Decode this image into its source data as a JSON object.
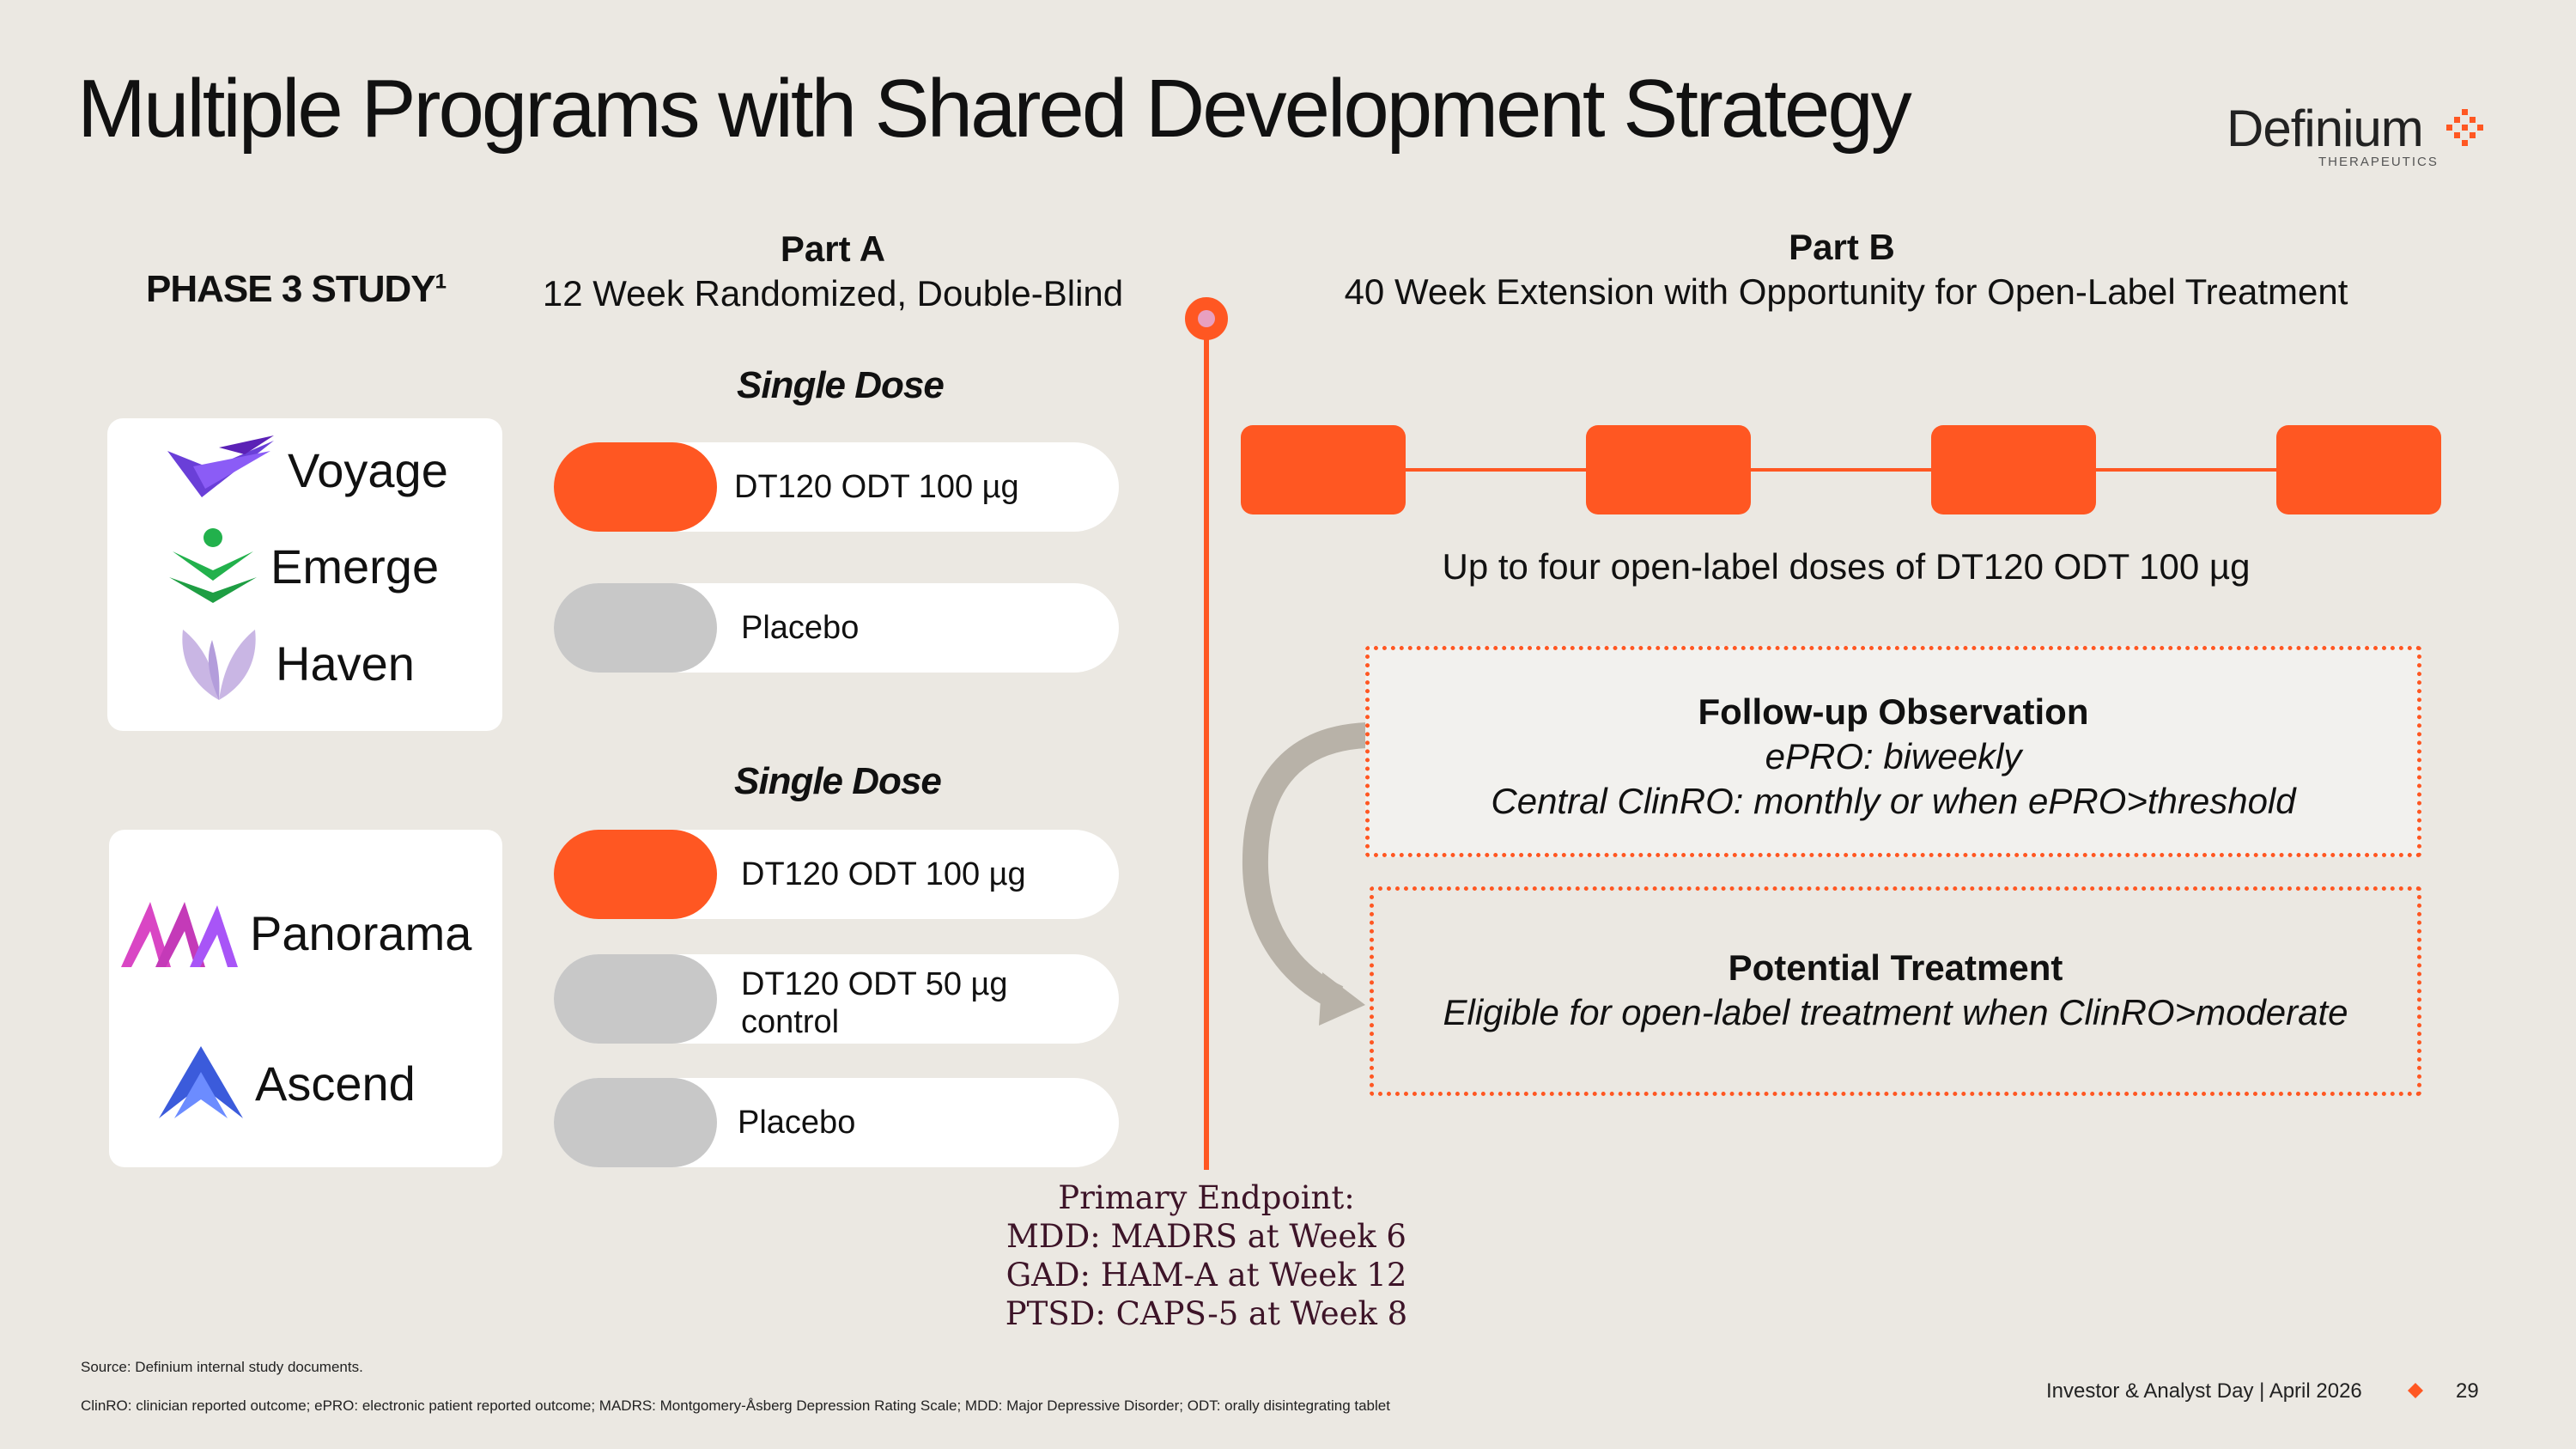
{
  "slide": {
    "title": "Multiple Programs with Shared Development Strategy",
    "logo": {
      "word": "Definium",
      "sub": "THERAPEUTICS",
      "icon": "dotted-diamond-icon"
    },
    "colors": {
      "accent": "#FF5722",
      "background": "#EBE8E2",
      "gray": "#C8C8C8",
      "endpoint_text": "#3D1428"
    }
  },
  "study": {
    "label": "PHASE 3 STUDY",
    "footnote_marker": "1"
  },
  "part_a": {
    "title": "Part A",
    "subtitle": "12 Week Randomized, Double-Blind"
  },
  "part_b": {
    "title": "Part B",
    "subtitle": "40 Week Extension with Opportunity for Open-Label Treatment"
  },
  "group1": {
    "dose_label": "Single Dose",
    "programs": [
      {
        "name": "Voyage",
        "icon": "voyage-wings-icon"
      },
      {
        "name": "Emerge",
        "icon": "emerge-figure-icon"
      },
      {
        "name": "Haven",
        "icon": "haven-leaves-icon"
      }
    ],
    "arms": [
      "DT120 ODT 100 µg",
      "Placebo"
    ]
  },
  "group2": {
    "dose_label": "Single Dose",
    "programs": [
      {
        "name": "Panorama",
        "icon": "panorama-peaks-icon"
      },
      {
        "name": "Ascend",
        "icon": "ascend-arrow-icon"
      }
    ],
    "arms": [
      "DT120 ODT 100 µg",
      "DT120 ODT 50 µg",
      "control",
      "Placebo"
    ]
  },
  "open_label": {
    "caption": "Up to four open-label doses of DT120 ODT 100 µg"
  },
  "followup": {
    "title": "Follow-up Observation",
    "line1": "ePRO: biweekly",
    "line2": "Central ClinRO: monthly or when ePRO>threshold"
  },
  "treatment": {
    "title": "Potential Treatment",
    "line1": "Eligible for open-label treatment when ClinRO>moderate"
  },
  "endpoint": {
    "title": "Primary Endpoint:",
    "mdd": "MDD: MADRS at Week 6",
    "gad": "GAD: HAM-A at Week 12",
    "ptsd": "PTSD: CAPS-5 at Week 8"
  },
  "footnotes": {
    "source": "Source: Definium internal study documents.",
    "abbrev": "ClinRO: clinician reported outcome; ePRO: electronic patient reported outcome; MADRS: Montgomery-Åsberg Depression Rating Scale; MDD: Major Depressive Disorder; ODT: orally disintegrating tablet"
  },
  "footer": {
    "event": "Investor & Analyst Day | April 2026",
    "page": "29"
  }
}
